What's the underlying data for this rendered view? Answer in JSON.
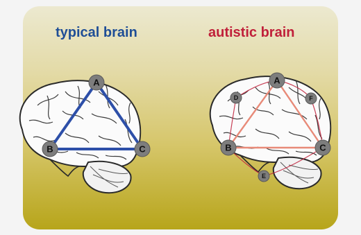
{
  "colors": {
    "typical": "#1f4e96",
    "autistic": "#c0203a",
    "typical_link": "#2d4fa8",
    "autistic_link": "#e88a78",
    "node_fill": "#7d7d7d"
  },
  "typical": {
    "title": "typical brain",
    "nodes": {
      "A": "A",
      "B": "B",
      "C": "C"
    }
  },
  "autistic": {
    "title": "autistic brain",
    "nodes": {
      "A": "A",
      "B": "B",
      "C": "C",
      "D": "D",
      "E": "E",
      "F": "F"
    }
  }
}
